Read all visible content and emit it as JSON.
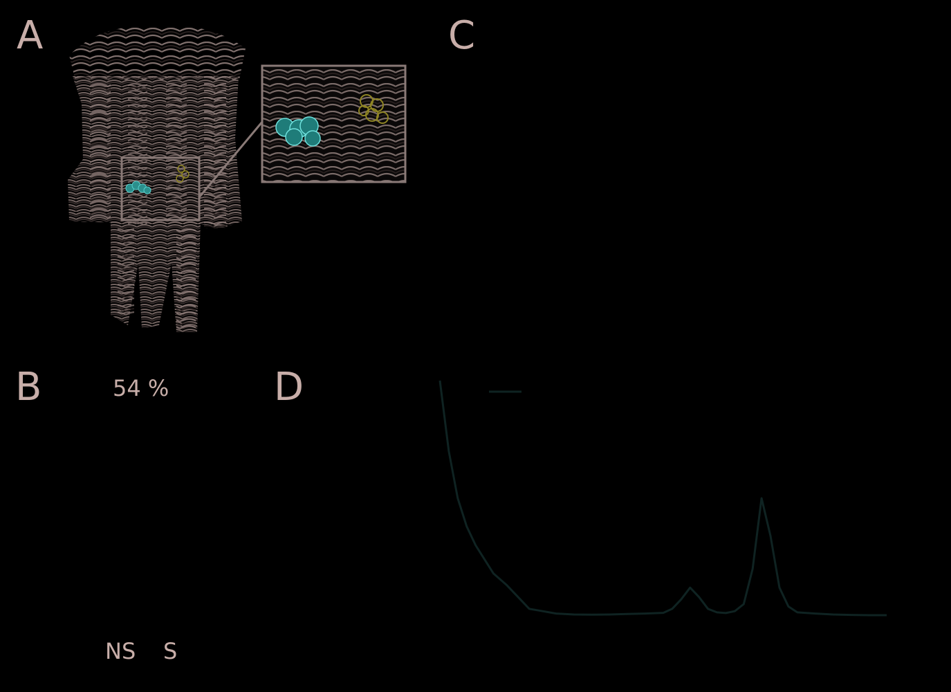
{
  "panels": {
    "a": "A",
    "b": "B",
    "c": "C",
    "d": "D"
  },
  "panel_b": {
    "percent_label": "54 %",
    "category_ns": "NS",
    "category_s": "S"
  },
  "colors": {
    "text": "#c8aea9",
    "protein_ribbon": "#8a7774",
    "highlight_cyan": "#3fb6b3",
    "highlight_yellow": "#8f8524",
    "inset_frame": "#8a7a77",
    "trace": "#0f2322"
  },
  "chart_data": {
    "type": "line",
    "title": "",
    "xlabel": "",
    "ylabel": "",
    "x": [
      0,
      2,
      4,
      6,
      8,
      10,
      12,
      15,
      18,
      20,
      23,
      26,
      30,
      34,
      38,
      42,
      46,
      50,
      52,
      54,
      56,
      58,
      60,
      62,
      64,
      66,
      68,
      70,
      72,
      74,
      76,
      78,
      80,
      84,
      88,
      92,
      96,
      100
    ],
    "series": [
      {
        "values": [
          100,
          70,
          50,
          38,
          30,
          24,
          18,
          13,
          7,
          3,
          2,
          1,
          0.6,
          0.5,
          0.6,
          0.8,
          1,
          1.3,
          3,
          7,
          12,
          8,
          3,
          1.5,
          1.2,
          2,
          5,
          20,
          50,
          34,
          12,
          4,
          1.5,
          1,
          0.6,
          0.4,
          0.3,
          0.3
        ]
      }
    ]
  }
}
